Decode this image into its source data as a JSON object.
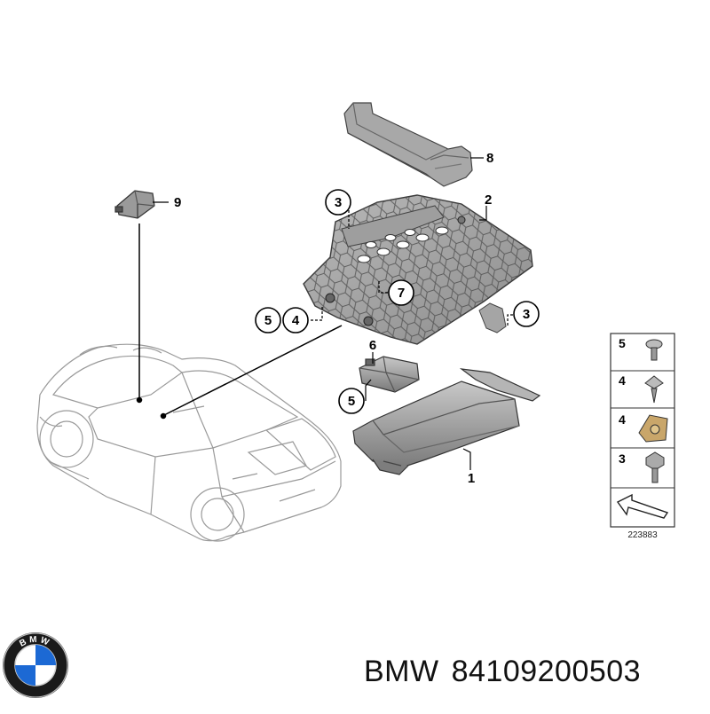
{
  "callouts": {
    "c1": "1",
    "c2": "2",
    "c3a": "3",
    "c3b": "3",
    "c4": "4",
    "c5a": "5",
    "c5b": "5",
    "c6": "6",
    "c7": "7",
    "c8": "8",
    "c9": "9"
  },
  "legend": {
    "rows": [
      "5",
      "4",
      "4",
      "3"
    ],
    "ref_code": "223883"
  },
  "caption": {
    "brand": "BMW",
    "part_number": "84109200503"
  },
  "logo": {
    "text": "BMW",
    "colors": {
      "blue": "#1c69d4",
      "ring": "#1a1a1a",
      "white": "#ffffff"
    }
  }
}
